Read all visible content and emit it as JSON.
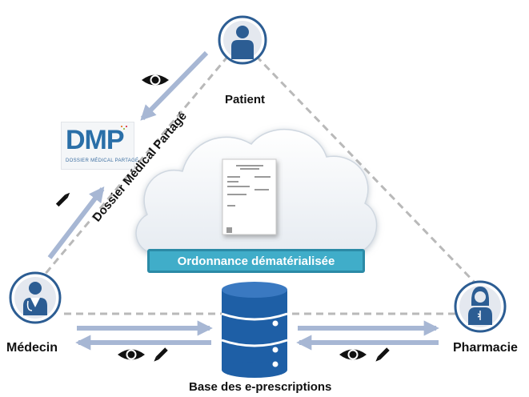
{
  "labels": {
    "patient": "Patient",
    "medecin": "Médecin",
    "pharmacie": "Pharmacie",
    "base": "Base des e-prescriptions",
    "dossier": "Dossier Médical Partagé",
    "ordonnance": "Ordonnance dématérialisée"
  },
  "dmp_logo": {
    "title": "DMP",
    "subtitle": "DOSSIER MÉDICAL PARTAGÉ"
  },
  "icons": {
    "patient": "person-icon",
    "medecin": "doctor-icon",
    "pharmacie": "pharmacist-icon",
    "database": "database-icon",
    "document": "document-icon",
    "view": "eye-icon",
    "edit": "pencil-icon"
  },
  "colors": {
    "node_blue": "#2c5d93",
    "arrow": "#a7b7d4",
    "dash": "#b9b9b9",
    "banner": "#40adc9"
  }
}
